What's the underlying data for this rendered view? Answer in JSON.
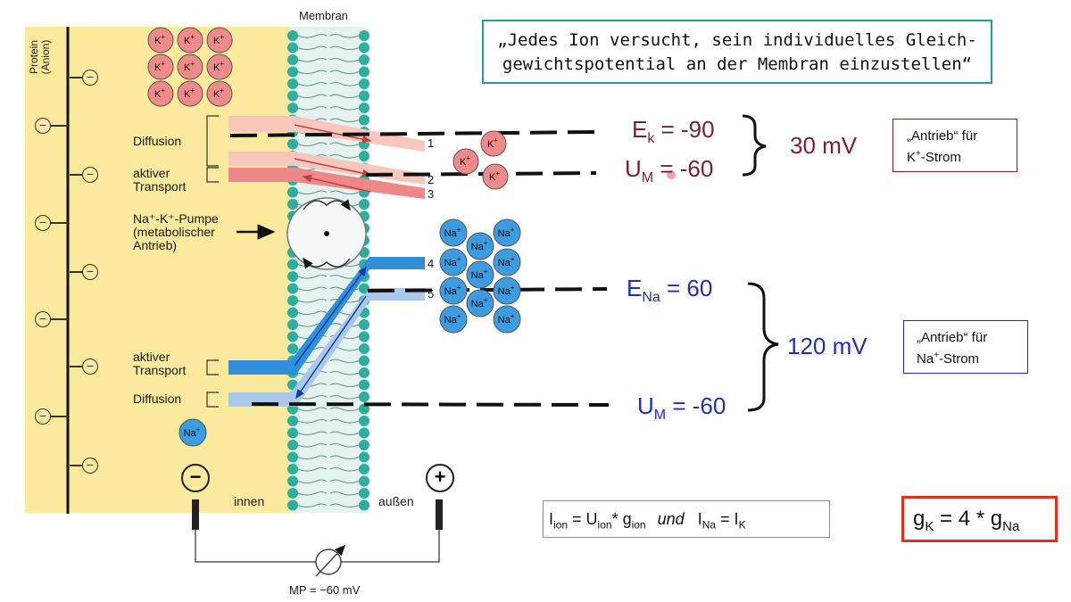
{
  "diagram": {
    "membrane_label": "Membran",
    "protein_label_line1": "Protein",
    "protein_label_line2": "(Anion)",
    "anion_sign": "⊖",
    "diffusion_label_top": "Diffusion",
    "active_transport_top_line1": "aktiver",
    "active_transport_top_line2": "Transport",
    "pump_label_line1": "Na⁺-K⁺-Pumpe",
    "pump_label_line2": "(metabolischer",
    "pump_label_line3": "Antrieb)",
    "active_transport_bottom_line1": "aktiver",
    "active_transport_bottom_line2": "Transport",
    "diffusion_label_bottom": "Diffusion",
    "inside_label": "innen",
    "outside_label": "außen",
    "minus_sign": "−",
    "plus_sign": "+",
    "mp_label": "MP = −60 mV",
    "k_ion": "K",
    "na_ion": "Na",
    "ion_charge": "+",
    "arrow_numbers": [
      "1",
      "2",
      "3",
      "4",
      "5"
    ]
  },
  "quote": {
    "line1": "„Jedes Ion versucht, sein individuelles Gleich-",
    "line2": "gewichtspotential an der Membran einzustellen“"
  },
  "potentials": {
    "ek_main": "E",
    "ek_sub": "k",
    "ek_value": " = -90",
    "um1_main": "U",
    "um1_sub": "M",
    "um1_value": " = -60",
    "k_diff": "30 mV",
    "ena_main": "E",
    "ena_sub": "Na",
    "ena_value": " = 60",
    "um2_main": "U",
    "um2_sub": "M",
    "um2_value": " = -60",
    "na_diff": "120 mV"
  },
  "drive_boxes": {
    "k_line1": "„Antrieb“ für",
    "k_line2_ion": "K",
    "k_line2_rest": "-Strom",
    "na_line1": "„Antrieb“ für",
    "na_line2_ion": "Na",
    "na_line2_rest": "-Strom",
    "charge": "+"
  },
  "formula": {
    "i": "I",
    "ion_sub": "ion",
    "eq": " = U",
    "ion_sub2": "ion",
    "times": "* g",
    "ion_sub3": "ion",
    "und": "und",
    "i2": "I",
    "na_sub": "Na",
    "eq2": " = I",
    "k_sub": "K"
  },
  "conductance": {
    "g1": "g",
    "k_sub": "K",
    "mid": " = 4 * g",
    "na_sub": "Na"
  },
  "colors": {
    "cytoplasm": "#fbe99d",
    "k_ion_fill": "#f08a8a",
    "na_ion_fill": "#3d9be0",
    "membrane_head": "#2fae9d",
    "k_text": "#7a1f3a",
    "na_text": "#1f2fb0",
    "quote_border": "#2a9a8a",
    "k_box_border": "#7a1f2a",
    "na_box_border": "#2a2a9a",
    "formula_border": "#8c8c8c",
    "conductance_border": "#e0301e"
  }
}
